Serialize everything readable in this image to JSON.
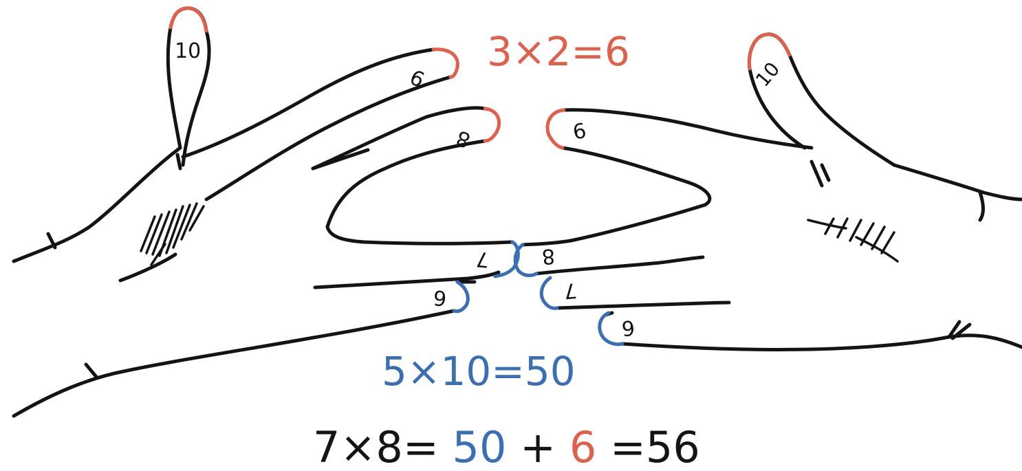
{
  "colors": {
    "red": "#e0604b",
    "blue": "#3a6fb5",
    "ink": "#141414"
  },
  "equations": {
    "top": "3×2=6",
    "middle": "5×10=50",
    "bottom": {
      "lhs": "7×8=",
      "blue_part": "50",
      "plus": "+",
      "red_part": "6",
      "rhs": "=56"
    }
  },
  "left_hand": {
    "finger_numbers": {
      "thumb": "10",
      "index": "9",
      "middle": "8",
      "ring": "7",
      "little": "6"
    }
  },
  "right_hand": {
    "finger_numbers": {
      "thumb": "10",
      "index": "9",
      "middle": "8",
      "ring": "7",
      "little": "6"
    }
  }
}
